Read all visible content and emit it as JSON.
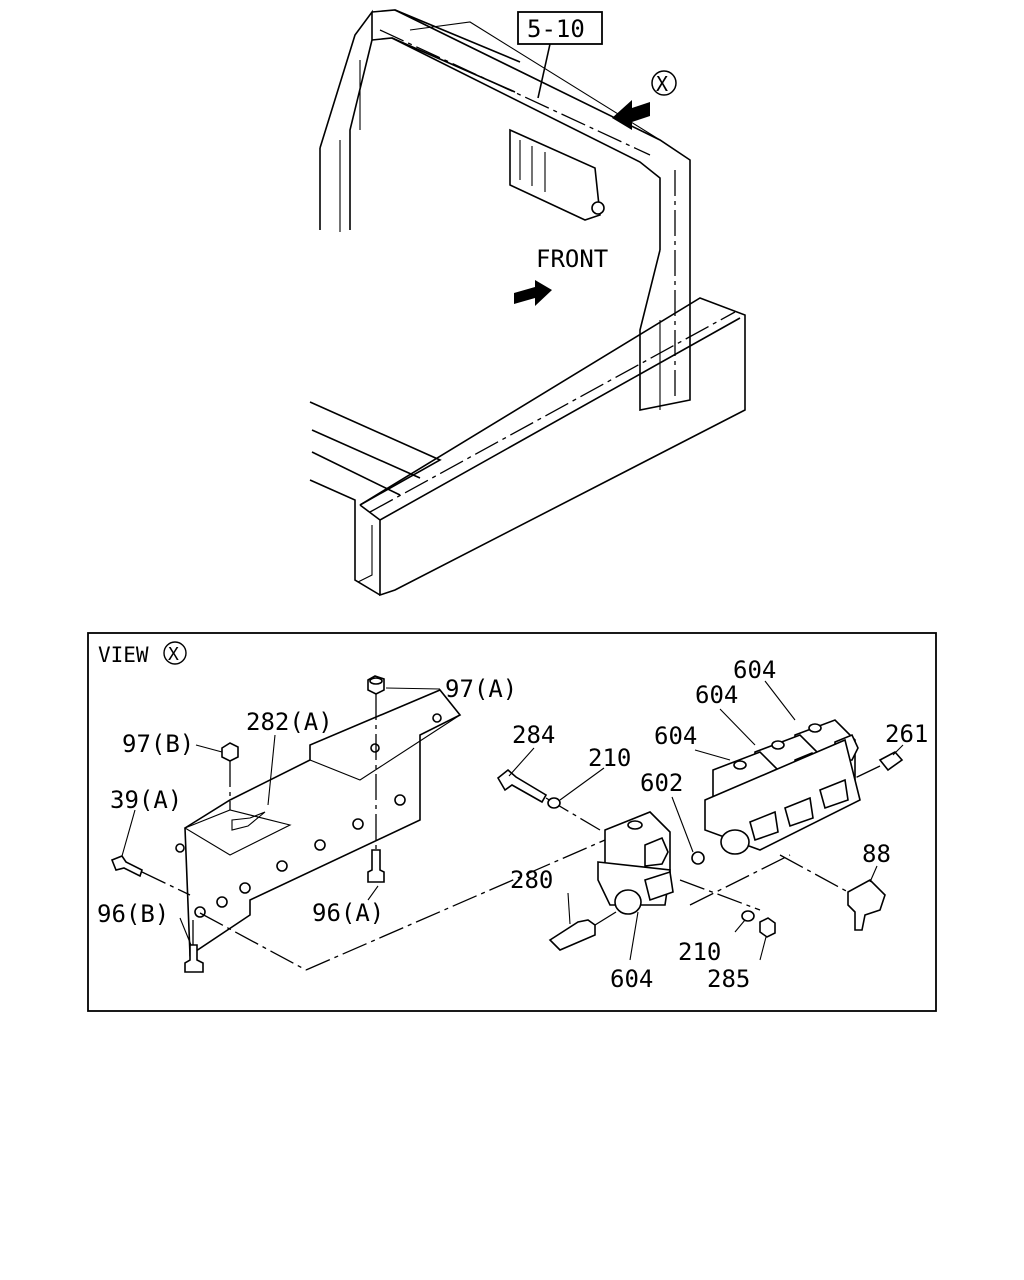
{
  "overview": {
    "ref_box": "5-10",
    "view_marker": "X",
    "front_label": "FRONT"
  },
  "view": {
    "title": "VIEW",
    "marker": "X"
  },
  "parts": {
    "p97a": "97(A)",
    "p282a": "282(A)",
    "p97b": "97(B)",
    "p39a": "39(A)",
    "p96b": "96(B)",
    "p96a": "96(A)",
    "p284": "284",
    "p210_top": "210",
    "p604_a": "604",
    "p604_b": "604",
    "p604_c": "604",
    "p261": "261",
    "p602": "602",
    "p88": "88",
    "p280": "280",
    "p604_bottom": "604",
    "p210_bottom": "210",
    "p285": "285"
  }
}
